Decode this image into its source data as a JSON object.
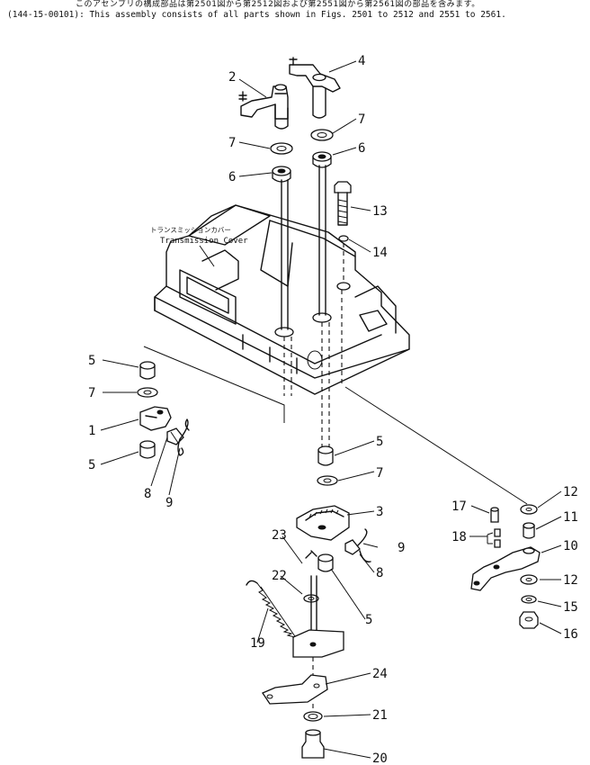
{
  "header": {
    "japanese": "このアセンブリの構成部品は第2501図から第2512図および第2551図から第2561図の部品を含みます。",
    "english": "(144-15-00101): This assembly consists of all parts shown in Figs. 2501 to 2512 and 2551 to 2561."
  },
  "cover_label": {
    "japanese": "トランスミッションカバー",
    "english": "Transmission Cover"
  },
  "callouts": {
    "c2": "2",
    "c4": "4",
    "c7a": "7",
    "c7b": "7",
    "c6a": "6",
    "c6b": "6",
    "c13": "13",
    "c14": "14",
    "c5a": "5",
    "c7c": "7",
    "c1": "1",
    "c5b": "5",
    "c8a": "8",
    "c9a": "9",
    "c5c": "5",
    "c7d": "7",
    "c3": "3",
    "c23": "23",
    "c9b": "9",
    "c22": "22",
    "c8b": "8",
    "c5d": "5",
    "c19": "19",
    "c24": "24",
    "c21": "21",
    "c20": "20",
    "c17": "17",
    "c18": "18",
    "c12a": "12",
    "c11": "11",
    "c10": "10",
    "c12b": "12",
    "c15": "15",
    "c16": "16"
  }
}
